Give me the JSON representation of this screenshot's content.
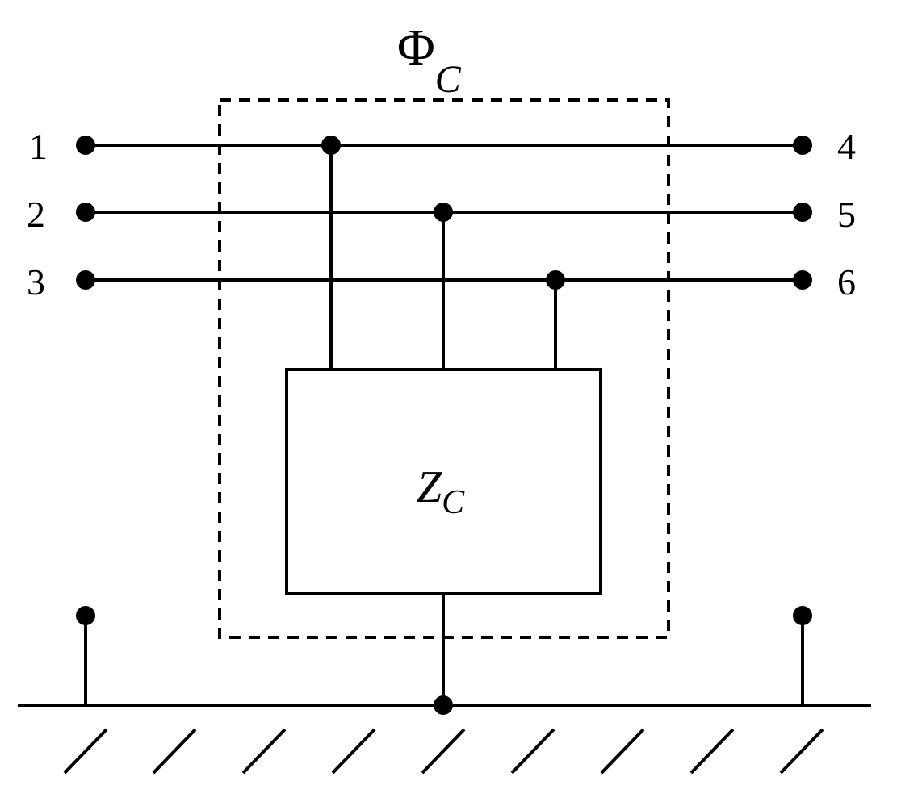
{
  "diagram": {
    "filter_label": {
      "symbol": "Φ",
      "subscript": "C"
    },
    "impedance_label": {
      "symbol": "Z",
      "subscript": "C"
    },
    "terminals": {
      "left": [
        "1",
        "2",
        "3"
      ],
      "right": [
        "4",
        "5",
        "6"
      ]
    },
    "colors": {
      "line": "#000000",
      "background": "#ffffff"
    }
  }
}
